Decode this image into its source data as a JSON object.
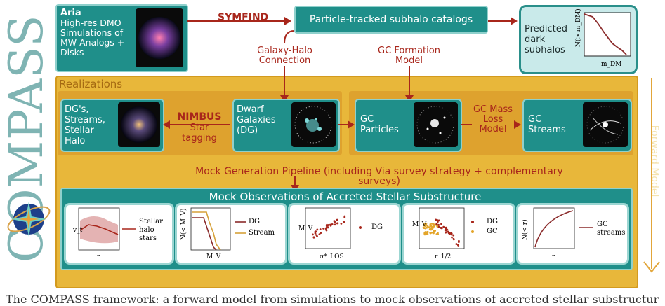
{
  "side_title": "COMPASS",
  "forward_model": "Forward Model",
  "aria": {
    "title": "Aria",
    "desc": "High-res DMO Simulations of MW Analogs + Disks"
  },
  "symfind": "SYMFIND",
  "catalog": "Particle-tracked subhalo catalogs",
  "predicted": {
    "label": "Predicted dark subhalos",
    "ylabel": "N(> m_DM)",
    "xlabel": "m_DM"
  },
  "galaxy_halo": "Galaxy-Halo Connection",
  "gc_formation": "GC Formation Model",
  "realizations": "Realizations",
  "dgs": "DG's, Streams, Stellar Halo",
  "nimbus": {
    "name": "NIMBUS",
    "rest": "Star tagging"
  },
  "dwarf": "Dwarf Galaxies (DG)",
  "gc_particles": "GC Particles",
  "gc_mass_loss": "GC Mass Loss Model",
  "gc_streams": "GC Streams",
  "pipeline": "Mock Generation Pipeline (including Via survey strategy + complementary surveys)",
  "mock_title": "Mock Observations of Accreted Stellar Substructure",
  "panels": [
    {
      "ylabel": "v_t",
      "xlabel": "r",
      "legend": [
        "Stellar halo stars"
      ]
    },
    {
      "ylabel": "N(< M_V)",
      "xlabel": "M_V",
      "legend": [
        "DG",
        "Stream"
      ]
    },
    {
      "ylabel": "M_V",
      "xlabel": "σ*_LOS",
      "legend": [
        "DG"
      ]
    },
    {
      "ylabel": "M_V",
      "xlabel": "r_1/2",
      "legend": [
        "DG",
        "GC"
      ]
    },
    {
      "ylabel": "N(< r)",
      "xlabel": "r",
      "legend": [
        "GC streams"
      ]
    }
  ],
  "caption": "The COMPASS framework: a forward model from simulations to mock observations of accreted stellar substructure."
}
